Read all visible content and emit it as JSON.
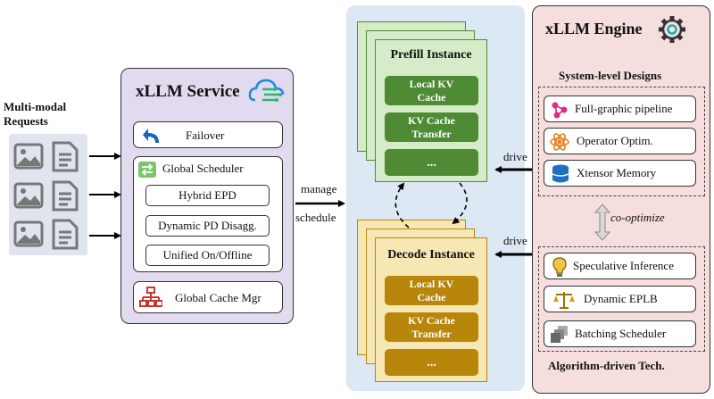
{
  "requests": {
    "title_line1": "Multi-modal",
    "title_line2": "Requests"
  },
  "service": {
    "title": "xLLM Service",
    "failover": "Failover",
    "global_scheduler": "Global Scheduler",
    "hybrid_epd": "Hybrid EPD",
    "dynamic_pd": "Dynamic PD Disagg.",
    "unified": "Unified On/Offline",
    "cache_mgr": "Global Cache Mgr"
  },
  "arrows": {
    "manage": "manage",
    "schedule": "schedule",
    "drive_top": "drive",
    "drive_bottom": "drive"
  },
  "prefill": {
    "title": "Prefill Instance",
    "local_kv_line1": "Local KV",
    "local_kv_line2": "Cache",
    "transfer_line1": "KV Cache",
    "transfer_line2": "Transfer",
    "more": "..."
  },
  "decode": {
    "title": "Decode Instance",
    "local_kv_line1": "Local KV",
    "local_kv_line2": "Cache",
    "transfer_line1": "KV Cache",
    "transfer_line2": "Transfer",
    "more": "..."
  },
  "engine": {
    "title": "xLLM Engine",
    "system_title": "System-level Designs",
    "full_graphic": "Full-graphic pipeline",
    "operator": "Operator Optim.",
    "xtensor": "Xtensor Memory",
    "co_optimize": "co-optimize",
    "speculative": "Speculative Inference",
    "eplb": "Dynamic EPLB",
    "batching": "Batching Scheduler",
    "algo_title": "Algorithm-driven Tech."
  },
  "colors": {
    "service_bg": "#e2dbef",
    "engine_bg": "#f7dede",
    "center_bg": "#dce8f4",
    "prefill_green": "#4f8a35",
    "prefill_card": "#d6ecc8",
    "decode_gold": "#b8860b",
    "decode_card": "#f6e7b4"
  }
}
